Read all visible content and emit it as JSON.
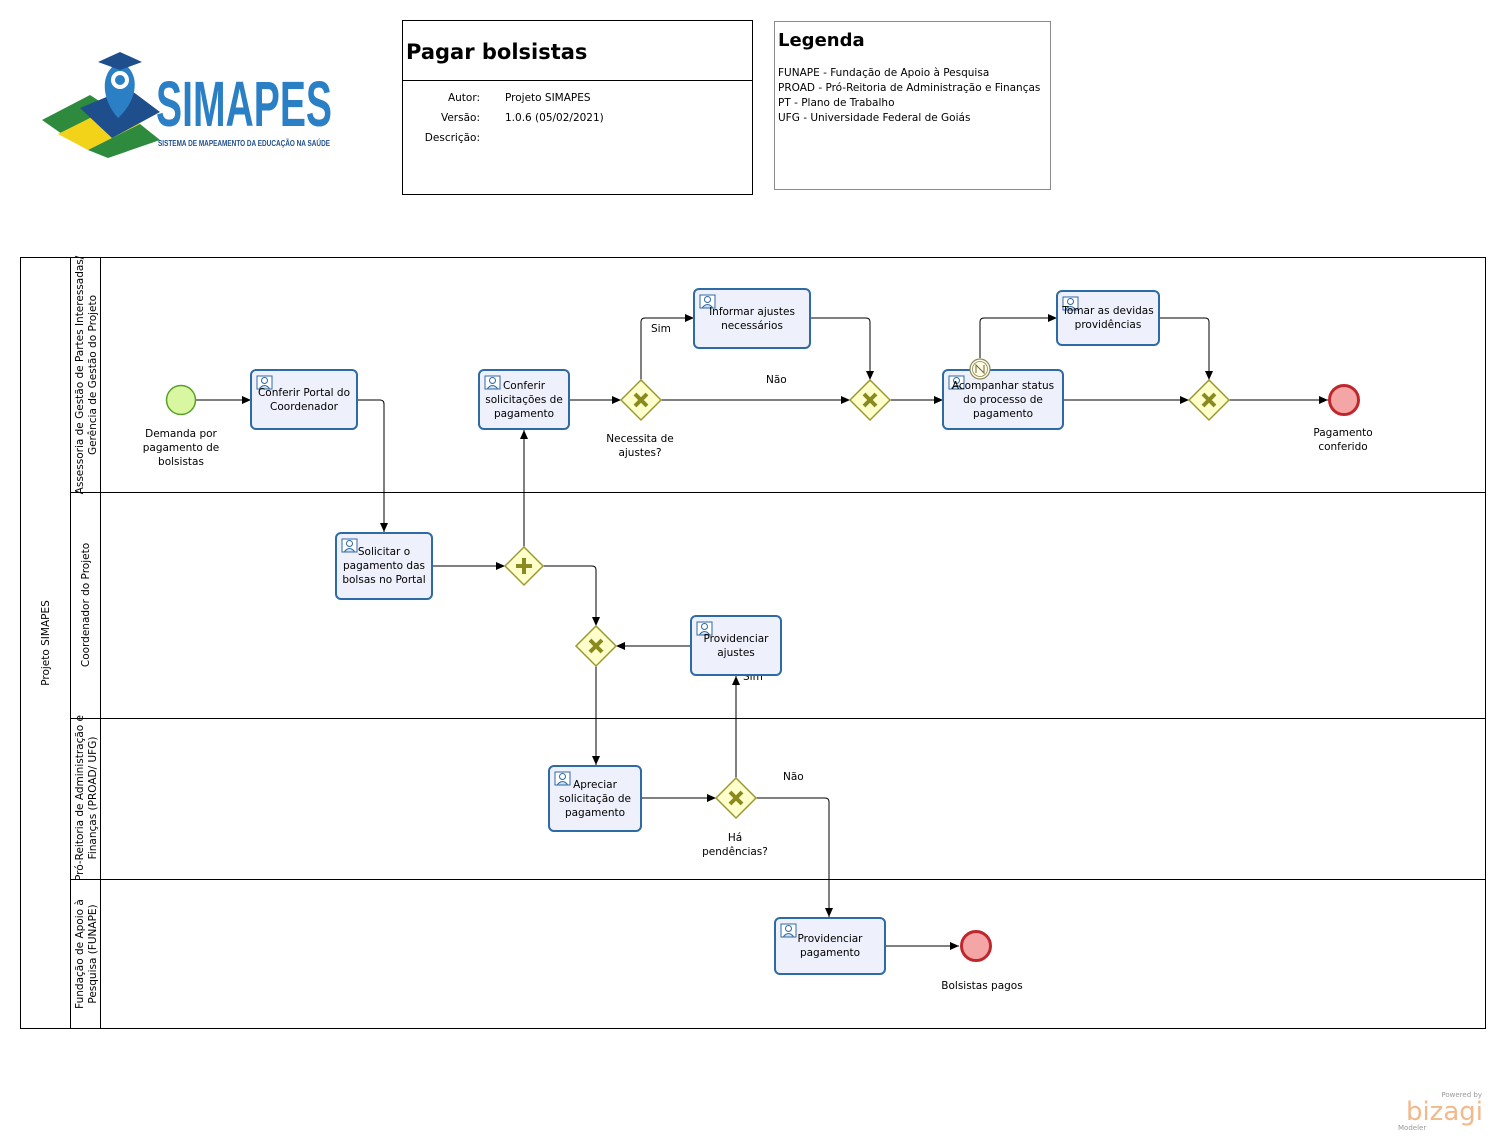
{
  "logo": {
    "name": "SIMAPES",
    "subtitle": "SISTEMA DE MAPEAMENTO DA EDUCAÇÃO NA SAÚDE",
    "colors": {
      "blue": "#2b7fc4",
      "green": "#2e8b3d",
      "yellow": "#f2d31a",
      "darkblue": "#1f4e8c"
    }
  },
  "header": {
    "title": "Pagar bolsistas",
    "fields": [
      {
        "label": "Autor:",
        "value": "Projeto SIMAPES"
      },
      {
        "label": "Versão:",
        "value": "1.0.6 (05/02/2021)"
      },
      {
        "label": "Descrição:",
        "value": ""
      }
    ]
  },
  "legend": {
    "title": "Legenda",
    "items": [
      "FUNAPE - Fundação de Apoio à Pesquisa",
      "PROAD - Pró-Reitoria de Administração e Finanças",
      "PT - Plano de Trabalho",
      "UFG - Universidade Federal de Goiás"
    ]
  },
  "pool": {
    "name": "Projeto SIMAPES",
    "lanes": [
      {
        "name": [
          "Assessoria de Gestão de Partes Interessadas/",
          "Gerência de Gestão do Projeto"
        ]
      },
      {
        "name": [
          "Coordenador do Projeto"
        ]
      },
      {
        "name": [
          "Pró-Reitoria de Administração e",
          "Finanças (PROAD/ UFG)"
        ]
      },
      {
        "name": [
          "Fundação de Apoio à",
          "Pesquisa (FUNAPE)"
        ]
      }
    ]
  },
  "events": {
    "start": {
      "label": [
        "Demanda por",
        "pagamento de",
        "bolsistas"
      ],
      "color": "#d9f7a0",
      "stroke": "#5aa02c"
    },
    "end_conferido": {
      "label": [
        "Pagamento",
        "conferido"
      ],
      "color": "#f4a6a6",
      "stroke": "#c0272d"
    },
    "end_pagos": {
      "label": [
        "Bolsistas pagos"
      ],
      "color": "#f4a6a6",
      "stroke": "#c0272d"
    }
  },
  "tasks": {
    "conferir_portal": [
      "Conferir Portal do",
      "Coordenador"
    ],
    "conferir_solicitacoes": [
      "Conferir",
      "solicitações de",
      "pagamento"
    ],
    "informar_ajustes": [
      "Informar ajustes",
      "necessários"
    ],
    "acompanhar_status": [
      "Acompanhar status",
      "do processo de",
      "pagamento"
    ],
    "tomar_providencias": [
      "Tomar as devidas",
      "providências"
    ],
    "solicitar_pagamento": [
      "Solicitar o",
      "pagamento das",
      "bolsas no Portal"
    ],
    "providenciar_ajustes": [
      "Providenciar",
      "ajustes"
    ],
    "apreciar_solicitacao": [
      "Apreciar",
      "solicitação de",
      "pagamento"
    ],
    "providenciar_pagamento": [
      "Providenciar",
      "pagamento"
    ]
  },
  "gateways": {
    "necessita_ajustes": [
      "Necessita de",
      "ajustes?"
    ],
    "ha_pendencias": [
      "Há",
      "pendências?"
    ]
  },
  "flow_labels": {
    "sim_1": "Sim",
    "nao_1": "Não",
    "sim_2": "Sim",
    "nao_2": "Não"
  },
  "watermark": {
    "powered": "Powered by",
    "brand": "bizagi",
    "product": "Modeler"
  }
}
